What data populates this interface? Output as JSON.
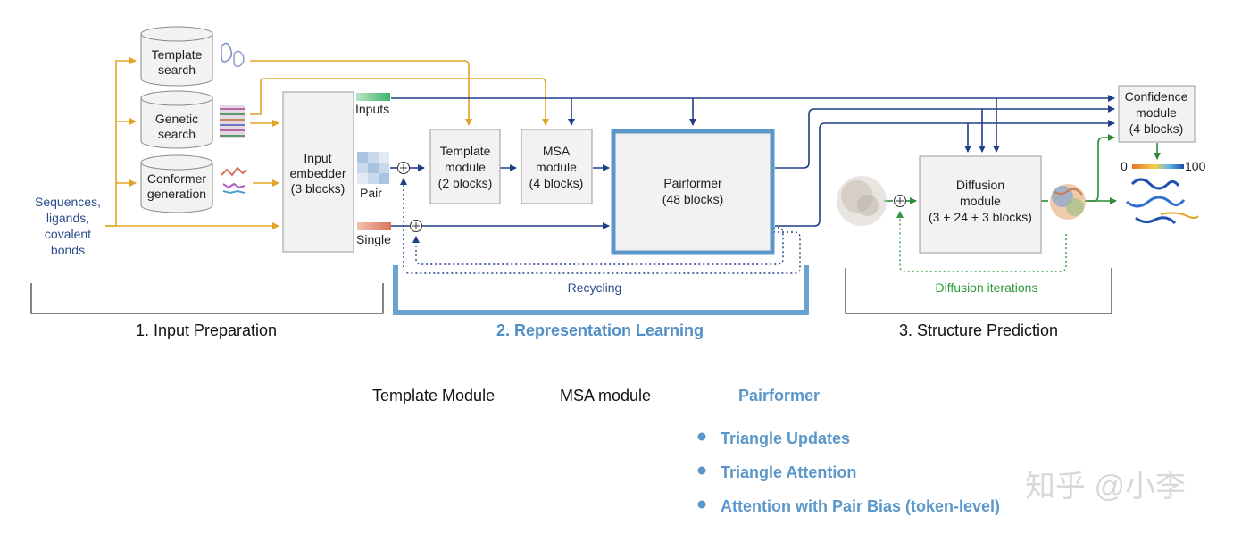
{
  "inputs": {
    "sequences": [
      "Sequences,",
      "ligands,",
      "covalent",
      "bonds"
    ],
    "template_search": [
      "Template",
      "search"
    ],
    "genetic_search": [
      "Genetic",
      "search"
    ],
    "conformer_generation": [
      "Conformer",
      "generation"
    ]
  },
  "modules": {
    "input_embedder": [
      "Input",
      "embedder",
      "(3 blocks)"
    ],
    "template_module": [
      "Template",
      "module",
      "(2 blocks)"
    ],
    "msa_module": [
      "MSA",
      "module",
      "(4 blocks)"
    ],
    "pairformer": [
      "Pairformer",
      "(48 blocks)"
    ],
    "diffusion_module": [
      "Diffusion",
      "module",
      "(3 + 24 + 3 blocks)"
    ],
    "confidence_module": [
      "Confidence",
      "module",
      "(4 blocks)"
    ]
  },
  "representations": {
    "inputs": "Inputs",
    "pair": "Pair",
    "single": "Single"
  },
  "loops": {
    "recycling": "Recycling",
    "diffusion_iterations": "Diffusion iterations"
  },
  "confidence_scale": {
    "min": "0",
    "max": "100"
  },
  "sections": {
    "input_preparation": "1. Input Preparation",
    "representation_learning": "2. Representation Learning",
    "structure_prediction": "3. Structure Prediction"
  },
  "bottom": {
    "template_module": "Template Module",
    "msa_module": "MSA module",
    "pairformer": "Pairformer",
    "bullets": [
      "Triangle Updates",
      "Triangle Attention",
      "Attention with Pair Bias (token-level)"
    ]
  },
  "watermark": "知乎 @小李",
  "colors": {
    "orange_flow": "#e0a526",
    "navy_flow": "#1f3f87",
    "green_flow": "#2e8b3a",
    "highlight_blue": "#5b97c9"
  }
}
